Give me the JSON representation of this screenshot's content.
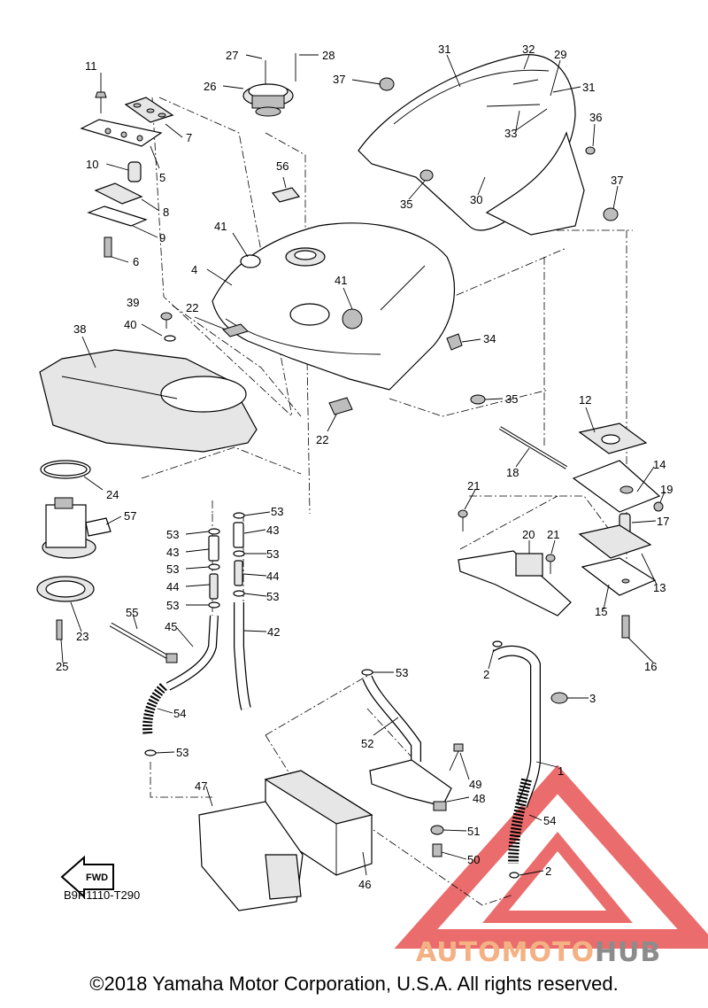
{
  "diagram": {
    "code": "B9R1110-T290",
    "fwd_label": "FWD",
    "callouts": [
      {
        "id": "c11",
        "text": "11"
      },
      {
        "id": "c7",
        "text": "7"
      },
      {
        "id": "c10",
        "text": "10"
      },
      {
        "id": "c5",
        "text": "5"
      },
      {
        "id": "c8",
        "text": "8"
      },
      {
        "id": "c9",
        "text": "9"
      },
      {
        "id": "c6",
        "text": "6"
      },
      {
        "id": "c27",
        "text": "27"
      },
      {
        "id": "c28",
        "text": "28"
      },
      {
        "id": "c26",
        "text": "26"
      },
      {
        "id": "c56",
        "text": "56"
      },
      {
        "id": "c41a",
        "text": "41"
      },
      {
        "id": "c4",
        "text": "4"
      },
      {
        "id": "c41b",
        "text": "41"
      },
      {
        "id": "c39",
        "text": "39"
      },
      {
        "id": "c22a",
        "text": "22"
      },
      {
        "id": "c40",
        "text": "40"
      },
      {
        "id": "c38",
        "text": "38"
      },
      {
        "id": "c22b",
        "text": "22"
      },
      {
        "id": "c31a",
        "text": "31"
      },
      {
        "id": "c32",
        "text": "32"
      },
      {
        "id": "c29",
        "text": "29"
      },
      {
        "id": "c37a",
        "text": "37"
      },
      {
        "id": "c31b",
        "text": "31"
      },
      {
        "id": "c33",
        "text": "33"
      },
      {
        "id": "c36",
        "text": "36"
      },
      {
        "id": "c30",
        "text": "30"
      },
      {
        "id": "c37b",
        "text": "37"
      },
      {
        "id": "c35a",
        "text": "35"
      },
      {
        "id": "c34",
        "text": "34"
      },
      {
        "id": "c35b",
        "text": "35"
      },
      {
        "id": "c12",
        "text": "12"
      },
      {
        "id": "c18",
        "text": "18"
      },
      {
        "id": "c14",
        "text": "14"
      },
      {
        "id": "c19",
        "text": "19"
      },
      {
        "id": "c17",
        "text": "17"
      },
      {
        "id": "c21a",
        "text": "21"
      },
      {
        "id": "c20",
        "text": "20"
      },
      {
        "id": "c21b",
        "text": "21"
      },
      {
        "id": "c13",
        "text": "13"
      },
      {
        "id": "c15",
        "text": "15"
      },
      {
        "id": "c16",
        "text": "16"
      },
      {
        "id": "c24",
        "text": "24"
      },
      {
        "id": "c57",
        "text": "57"
      },
      {
        "id": "c23",
        "text": "23"
      },
      {
        "id": "c25",
        "text": "25"
      },
      {
        "id": "c53a",
        "text": "53"
      },
      {
        "id": "c53b",
        "text": "53"
      },
      {
        "id": "c43a",
        "text": "43"
      },
      {
        "id": "c43b",
        "text": "43"
      },
      {
        "id": "c53c",
        "text": "53"
      },
      {
        "id": "c53d",
        "text": "53"
      },
      {
        "id": "c44a",
        "text": "44"
      },
      {
        "id": "c44b",
        "text": "44"
      },
      {
        "id": "c53e",
        "text": "53"
      },
      {
        "id": "c53f",
        "text": "53"
      },
      {
        "id": "c55",
        "text": "55"
      },
      {
        "id": "c45",
        "text": "45"
      },
      {
        "id": "c42",
        "text": "42"
      },
      {
        "id": "c54a",
        "text": "54"
      },
      {
        "id": "c53g",
        "text": "53"
      },
      {
        "id": "c53h",
        "text": "53"
      },
      {
        "id": "c52",
        "text": "52"
      },
      {
        "id": "c2a",
        "text": "2"
      },
      {
        "id": "c3",
        "text": "3"
      },
      {
        "id": "c1",
        "text": "1"
      },
      {
        "id": "c49",
        "text": "49"
      },
      {
        "id": "c48",
        "text": "48"
      },
      {
        "id": "c47",
        "text": "47"
      },
      {
        "id": "c51",
        "text": "51"
      },
      {
        "id": "c50",
        "text": "50"
      },
      {
        "id": "c46",
        "text": "46"
      },
      {
        "id": "c54b",
        "text": "54"
      },
      {
        "id": "c2b",
        "text": "2"
      }
    ]
  },
  "watermark": {
    "part1": "AUTOMOTO",
    "part2": "HUB",
    "color1": "#f4b183",
    "color2": "#8c8c8c",
    "logo_color": "#e33b3b"
  },
  "copyright": "©2018 Yamaha Motor Corporation, U.S.A. All rights reserved."
}
